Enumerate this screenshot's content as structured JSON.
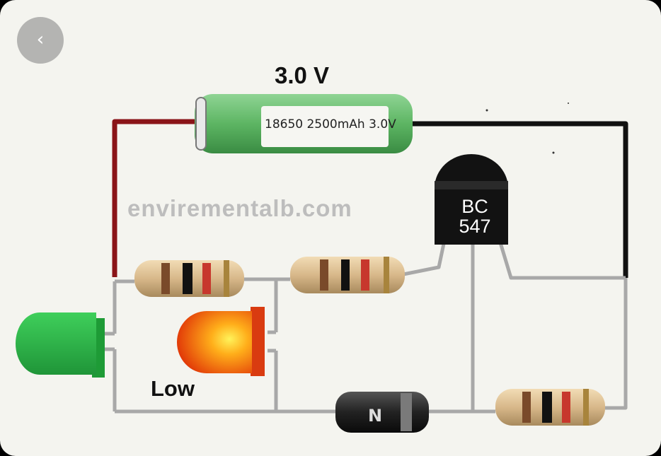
{
  "nav": {
    "back_icon": "chevron-left-icon",
    "back_glyph": "‹"
  },
  "battery": {
    "voltage_label": "3.0 V",
    "label": "18650 2500mAh 3.0V",
    "color": "#63b86a"
  },
  "watermark": "envirementalb.com",
  "transistor": {
    "line1": "BC",
    "line2": "547"
  },
  "led_label": "Low",
  "colors": {
    "wire_red": "#8a1418",
    "wire_black": "#111111",
    "wire_gray": "#a8a8a8",
    "green_led": "#2fb24b",
    "orange_led": "#ff7a1a"
  }
}
